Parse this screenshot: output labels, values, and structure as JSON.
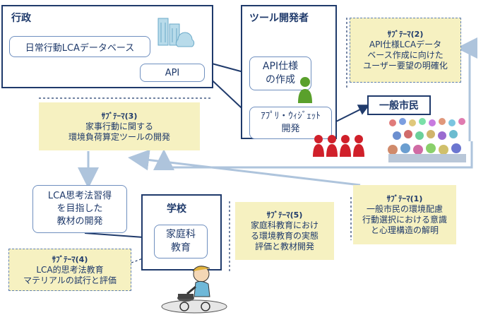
{
  "gov": {
    "title": "行政",
    "db": "日常行動LCAデータベース",
    "api": "API"
  },
  "dev": {
    "title": "ツール開発者",
    "api_spec": [
      "API仕様",
      "の作成"
    ],
    "app": [
      "ｱﾌﾟﾘ・ｳｨｼﾞｪｯﾄ",
      "開発"
    ]
  },
  "citizens": {
    "title": "一般市民"
  },
  "school": {
    "title": "学校",
    "home_ec": [
      "家庭科",
      "教育"
    ]
  },
  "material": [
    "LCA思考法習得",
    "を目指した",
    "教材の開発"
  ],
  "subthemes": {
    "st2": {
      "title": "ｻﾌﾞﾃｰﾏ(2)",
      "lines": [
        "API仕様LCAデータ",
        "ベース作成に向けた",
        "ユーザー要望の明確化"
      ]
    },
    "st3": {
      "title": "ｻﾌﾞﾃｰﾏ(3)",
      "lines": [
        "家事行動に関する",
        "環境負荷算定ツールの開発"
      ]
    },
    "st1": {
      "title": "ｻﾌﾞﾃｰﾏ(1)",
      "lines": [
        "一般市民の環境配慮",
        "行動選択における意識",
        "と心理構造の解明"
      ]
    },
    "st5": {
      "title": "ｻﾌﾞﾃｰﾏ(5)",
      "lines": [
        "家庭科教育におけ",
        "る環境教育の実態",
        "評価と教材開発"
      ]
    },
    "st4": {
      "title": "ｻﾌﾞﾃｰﾏ(4)",
      "lines": [
        "LCA的思考法教育",
        "マテリアルの試行と評価"
      ]
    }
  },
  "colors": {
    "navy": "#1f3a6b",
    "note_bg": "#f6f1c1",
    "arrow": "#aec4dc",
    "person_red": "#d0202a",
    "person_green": "#5aa02c"
  }
}
